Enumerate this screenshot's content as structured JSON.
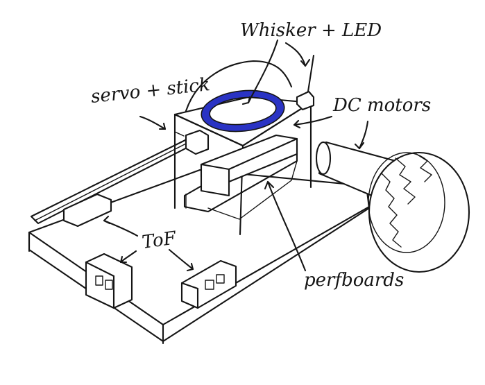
{
  "diagram": {
    "labels": {
      "whisker_led": "Whisker + LED",
      "servo_stick": "servo + stick",
      "dc_motors": "DC motors",
      "tof": "ToF",
      "perfboards": "perfboards"
    },
    "colors": {
      "ink": "#151515",
      "led_ring": "#2a33c4",
      "paper": "#ffffff"
    }
  }
}
